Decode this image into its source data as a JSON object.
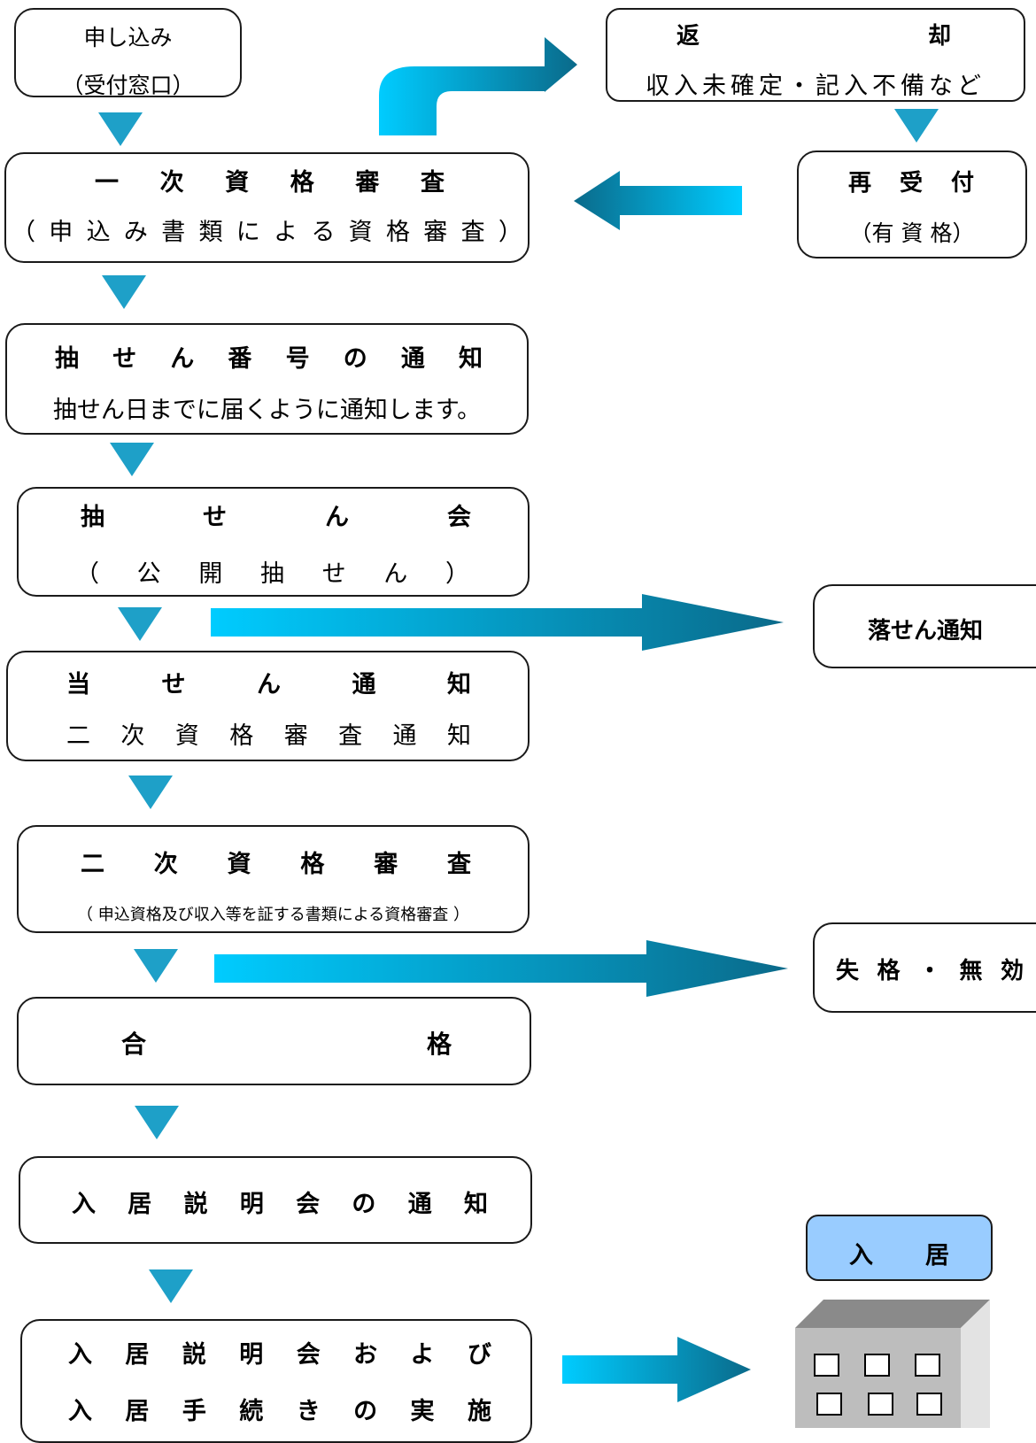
{
  "steps": {
    "apply": {
      "title": "申し込み",
      "sub": "（受付窓口）"
    },
    "return": {
      "title_chars": [
        "返",
        "却"
      ],
      "sub": "収入未確定・記入不備など"
    },
    "reaccept": {
      "title_chars": [
        "再",
        "受",
        "付"
      ],
      "sub": "（有 資 格）"
    },
    "first_review": {
      "title_chars": [
        "一",
        "次",
        "資",
        "格",
        "審",
        "査"
      ],
      "sub_chars": [
        "（",
        "申",
        "込",
        "み",
        "書",
        "類",
        "に",
        "よ",
        "る",
        "資",
        "格",
        "審",
        "査",
        "）"
      ]
    },
    "lottery_number": {
      "title_chars": [
        "抽",
        "せ",
        "ん",
        "番",
        "号",
        "の",
        "通",
        "知"
      ],
      "sub": "抽せん日までに届くように通知します。"
    },
    "lottery": {
      "title_chars": [
        "抽",
        "せ",
        "ん",
        "会"
      ],
      "sub_chars": [
        "（",
        "公",
        "開",
        "抽",
        "せ",
        "ん",
        "）"
      ]
    },
    "lose_notice": {
      "title": "落せん通知"
    },
    "win_notice": {
      "title_chars": [
        "当",
        "せ",
        "ん",
        "通",
        "知"
      ],
      "sub_chars": [
        "二",
        "次",
        "資",
        "格",
        "審",
        "査",
        "通",
        "知"
      ]
    },
    "second_review": {
      "title_chars": [
        "二",
        "次",
        "資",
        "格",
        "審",
        "査"
      ],
      "sub": "（ 申込資格及び収入等を証する書類による資格審査 ）"
    },
    "disqualified": {
      "title_chars": [
        "失",
        "格",
        "・",
        "無",
        "効"
      ]
    },
    "pass": {
      "title_chars": [
        "合",
        "格"
      ]
    },
    "briefing_notice": {
      "title_chars": [
        "入",
        "居",
        "説",
        "明",
        "会",
        "の",
        "通",
        "知"
      ]
    },
    "briefing": {
      "line1_chars": [
        "入",
        "居",
        "説",
        "明",
        "会",
        "お",
        "よ",
        "び"
      ],
      "line2_chars": [
        "入",
        "居",
        "手",
        "続",
        "き",
        "の",
        "実",
        "施"
      ]
    },
    "move_in": {
      "title_chars": [
        "入",
        "居"
      ]
    }
  },
  "colors": {
    "arrow_light": "#00ccff",
    "arrow_dark": "#0a6a8a",
    "triangle": "#1ea0c8",
    "move_in_fill": "#99ccff"
  },
  "icons": {
    "building": "building-icon"
  }
}
